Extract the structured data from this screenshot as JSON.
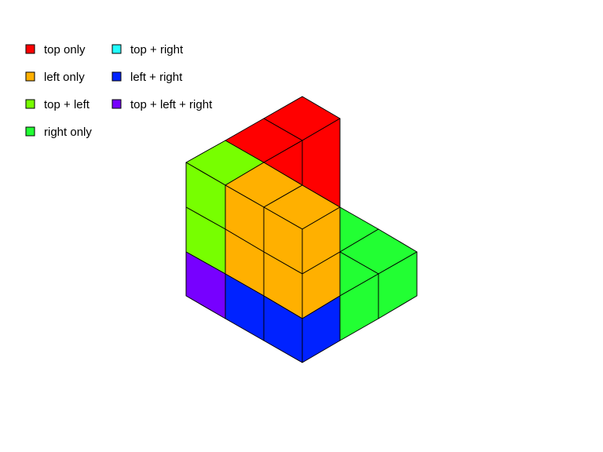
{
  "colors": {
    "top_only": "#ff0000",
    "left_only": "#ffb000",
    "top_left": "#77ff00",
    "right_only": "#22ff33",
    "top_right": "#22ffff",
    "left_right": "#0022ff",
    "top_left_right": "#7700ff",
    "outline": "#000000"
  },
  "legend": [
    {
      "key": "top_only",
      "label": "top only"
    },
    {
      "key": "left_only",
      "label": "left only"
    },
    {
      "key": "top_left",
      "label": "top + left"
    },
    {
      "key": "right_only",
      "label": "right only"
    },
    {
      "key": "top_right",
      "label": "top + right"
    },
    {
      "key": "left_right",
      "label": "left + right"
    },
    {
      "key": "top_left_right",
      "label": "top + left + right"
    }
  ]
}
